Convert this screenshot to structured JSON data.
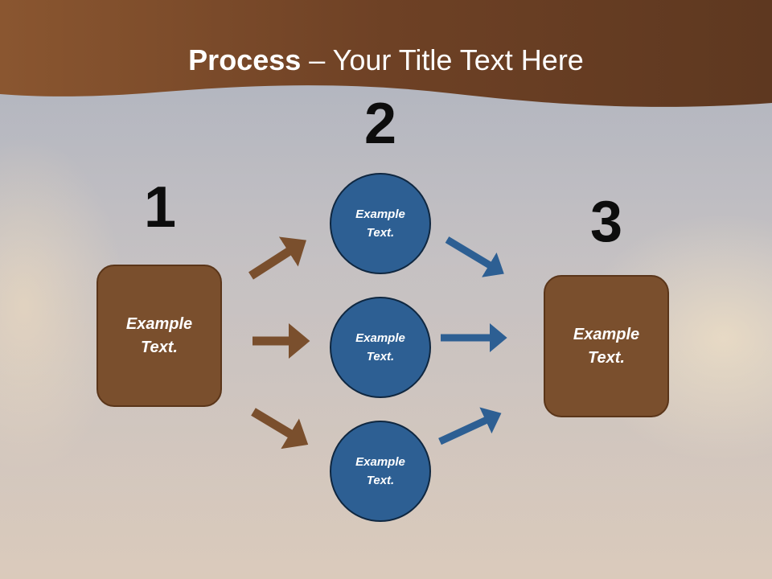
{
  "title": {
    "bold": "Process",
    "rest": " – Your Title Text Here"
  },
  "steps": [
    {
      "number": "1"
    },
    {
      "number": "2"
    },
    {
      "number": "3"
    }
  ],
  "left_box": {
    "line1": "Example",
    "line2": "Text."
  },
  "right_box": {
    "line1": "Example",
    "line2": "Text."
  },
  "circles": [
    {
      "line1": "Example",
      "line2": "Text."
    },
    {
      "line1": "Example",
      "line2": "Text."
    },
    {
      "line1": "Example",
      "line2": "Text."
    }
  ],
  "colors": {
    "header": "#7a4a2a",
    "box_fill": "#7a4f2d",
    "circle_fill": "#2d5f93",
    "arrow_brown": "#7a4f2d",
    "arrow_blue": "#2d5f93"
  }
}
